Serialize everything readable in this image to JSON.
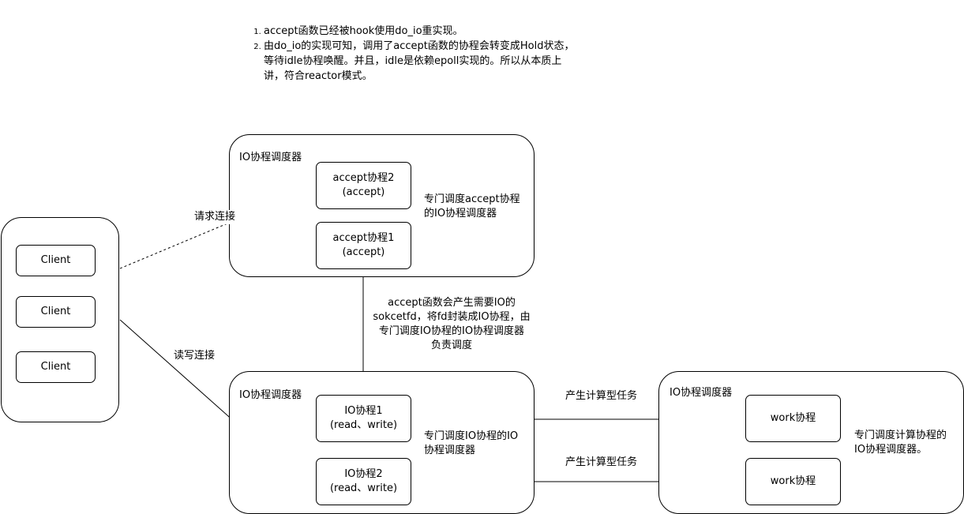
{
  "notes": [
    "accept函数已经被hook使用do_io重实现。",
    "由do_io的实现可知，调用了accept函数的协程会转变成Hold状态，等待idle协程唤醒。并且，idle是依赖epoll实现的。所以从本质上讲，符合reactor模式。"
  ],
  "clients": {
    "items": [
      "Client",
      "Client",
      "Client"
    ]
  },
  "accept_scheduler": {
    "title": "IO协程调度器",
    "coroutine2": {
      "name": "accept协程2",
      "sub": "(accept)"
    },
    "coroutine1": {
      "name": "accept协程1",
      "sub": "(accept)"
    },
    "desc_line1": "专门调度accept协程",
    "desc_line2": "的IO协程调度器"
  },
  "io_scheduler": {
    "title": "IO协程调度器",
    "coroutine1": {
      "name": "IO协程1",
      "sub": "(read、write)"
    },
    "coroutine2": {
      "name": "IO协程2",
      "sub": "(read、write)"
    },
    "desc_line1": "专门调度IO协程的IO",
    "desc_line2": "协程调度器"
  },
  "work_scheduler": {
    "title": "IO协程调度器",
    "worker1": "work协程",
    "worker2": "work协程",
    "desc_line1": "专门调度计算协程的",
    "desc_line2": "IO协程调度器。"
  },
  "edges": {
    "request_connection": "请求连接",
    "read_write_connection": "读写连接",
    "accept_to_io": [
      "accept函数会产生需要IO的",
      "sokcetfd，将fd封装成IO协程，由",
      "专门调度IO协程的IO协程调度器",
      "负责调度"
    ],
    "compute_task_1": "产生计算型任务",
    "compute_task_2": "产生计算型任务"
  },
  "colors": {
    "stroke": "#000000",
    "background": "#ffffff"
  }
}
